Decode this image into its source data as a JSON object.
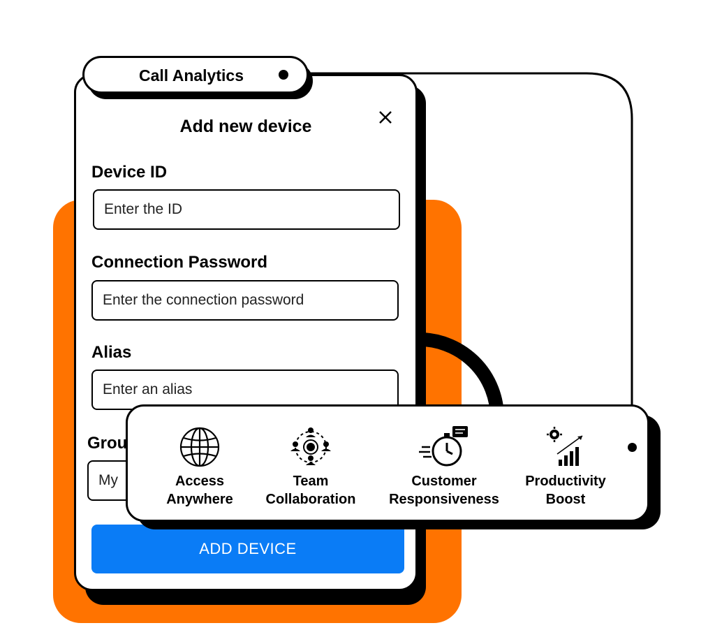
{
  "pill": {
    "label": "Call Analytics"
  },
  "modal": {
    "title": "Add new device",
    "fields": [
      {
        "label": "Device ID",
        "placeholder": "Enter the ID"
      },
      {
        "label": "Connection Password",
        "placeholder": "Enter the connection password"
      },
      {
        "label": "Alias",
        "placeholder": "Enter an alias"
      },
      {
        "label": "Grou",
        "placeholder": "My"
      }
    ],
    "submit_label": "ADD DEVICE"
  },
  "features": [
    {
      "icon": "globe-icon",
      "label": "Access\nAnywhere"
    },
    {
      "icon": "team-icon",
      "label": "Team\nCollaboration"
    },
    {
      "icon": "stopwatch-icon",
      "label": "Customer\nResponsiveness"
    },
    {
      "icon": "growth-chart-icon",
      "label": "Productivity\nBoost"
    }
  ],
  "colors": {
    "accent_orange": "#ff7300",
    "button_blue": "#0a7cf6",
    "outline": "#000000"
  }
}
